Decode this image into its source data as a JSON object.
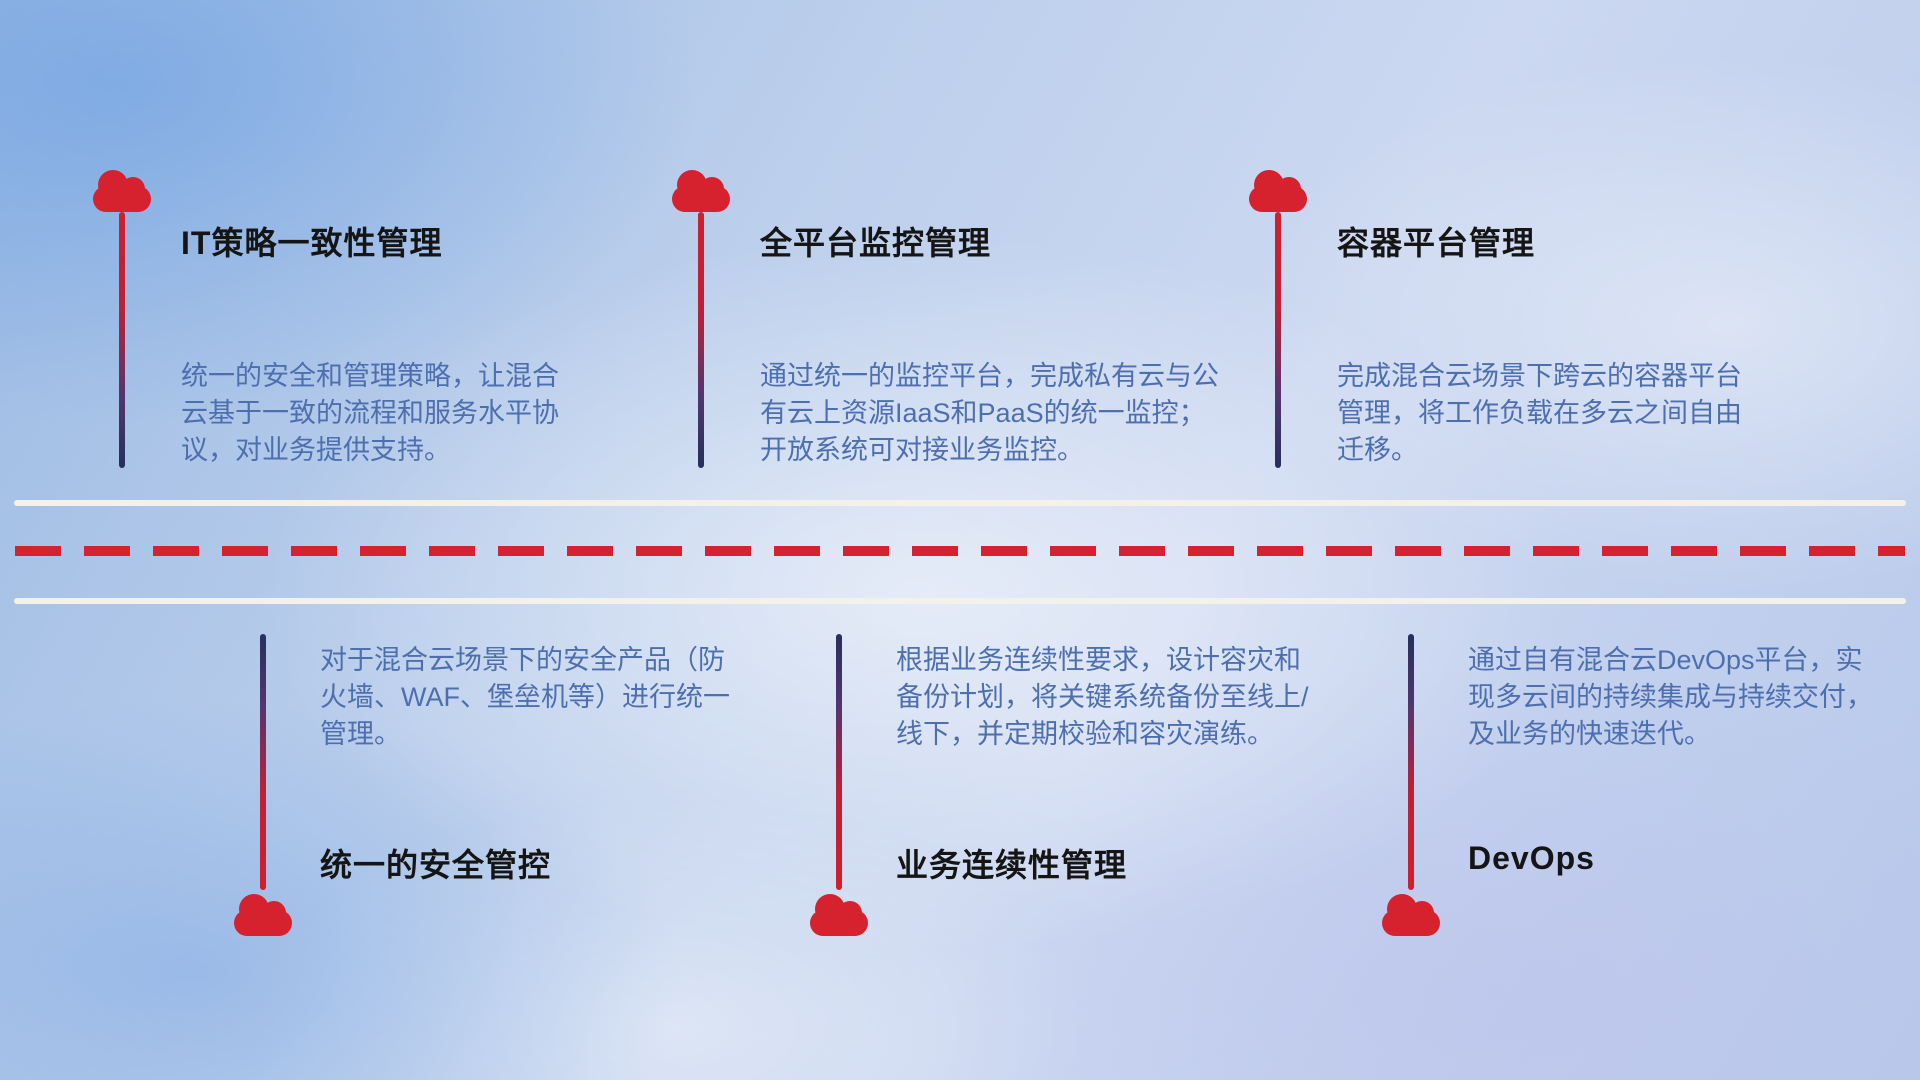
{
  "diagram": {
    "name": "hybrid-cloud-management-roadmap"
  },
  "top_items": [
    {
      "title": "IT策略一致性管理",
      "description": "统一的安全和管理策略，让混合云基于一致的流程和服务水平协议，对业务提供支持。"
    },
    {
      "title": "全平台监控管理",
      "description": "通过统一的监控平台，完成私有云与公有云上资源IaaS和PaaS的统一监控；开放系统可对接业务监控。"
    },
    {
      "title": "容器平台管理",
      "description": "完成混合云场景下跨云的容器平台管理，将工作负载在多云之间自由迁移。"
    }
  ],
  "bottom_items": [
    {
      "title": "统一的安全管控",
      "description": "对于混合云场景下的安全产品（防火墙、WAF、堡垒机等）进行统一管理。"
    },
    {
      "title": "业务连续性管理",
      "description": "根据业务连续性要求，设计容灾和备份计划，将关键系统备份至线上/线下，并定期校验和容灾演练。"
    },
    {
      "title": "DevOps",
      "description": "通过自有混合云DevOps平台，实现多云间的持续集成与持续交付，及业务的快速迭代。"
    }
  ],
  "colors": {
    "cloud_red": "#d6212e",
    "line_red": "#cf202e",
    "line_navy": "#26305c",
    "title_black": "#151515",
    "desc_blue": "#4e6fae",
    "road_white": "#f4f0ea",
    "dash_red": "#d6212e"
  }
}
